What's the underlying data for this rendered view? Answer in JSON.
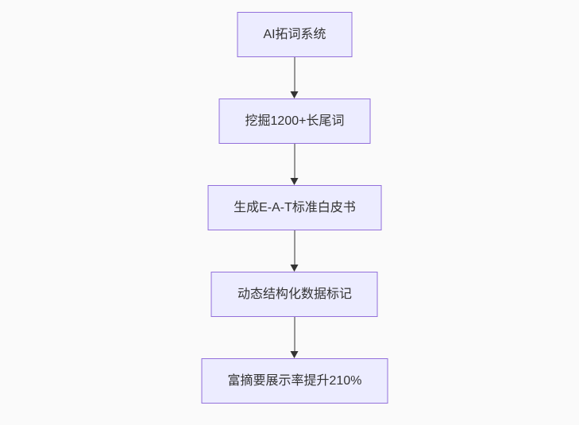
{
  "diagram": {
    "type": "flowchart",
    "direction": "top-down",
    "colors": {
      "background": "#fafafa",
      "node_fill": "#ECECFF",
      "node_border": "#9370DB",
      "arrow_color": "#333333",
      "text_color": "#333333"
    },
    "nodes": [
      {
        "id": "n1",
        "label": "AI拓词系统"
      },
      {
        "id": "n2",
        "label": "挖掘1200+长尾词"
      },
      {
        "id": "n3",
        "label": "生成E-A-T标准白皮书"
      },
      {
        "id": "n4",
        "label": "动态结构化数据标记"
      },
      {
        "id": "n5",
        "label": "富摘要展示率提升210%"
      }
    ],
    "edges": [
      {
        "from": "n1",
        "to": "n2"
      },
      {
        "from": "n2",
        "to": "n3"
      },
      {
        "from": "n3",
        "to": "n4"
      },
      {
        "from": "n4",
        "to": "n5"
      }
    ]
  }
}
